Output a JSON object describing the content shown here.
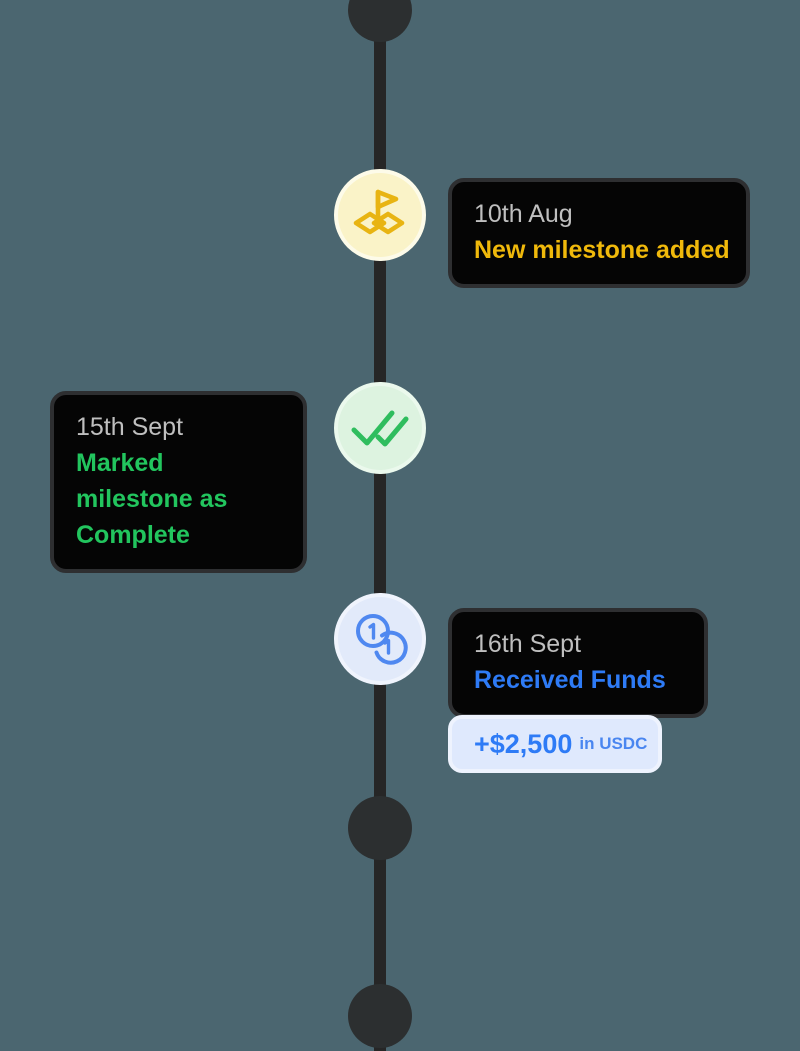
{
  "theme": {
    "background": "#4b6670",
    "spine_color": "#262626",
    "node_color": "#2c2f30",
    "card_background": "#050505",
    "card_border": "#2e2f31",
    "date_text_color": "#bfbfbf",
    "accent_yellow": "#f0b90b",
    "accent_green": "#22c55e",
    "accent_blue": "#2e7bf6",
    "badge_background": "#dfe9fd"
  },
  "timeline": {
    "events": [
      {
        "id": "milestone-added",
        "date": "10th Aug",
        "headline": "New milestone added",
        "icon": "map-flag-icon",
        "icon_color": "#e8b412",
        "bubble_color": "#faf3c8",
        "side": "right"
      },
      {
        "id": "milestone-complete",
        "date": "15th Sept",
        "headline": "Marked milestone as Complete",
        "icon": "double-check-icon",
        "icon_color": "#2fbd5e",
        "bubble_color": "#ddf3e0",
        "side": "left"
      },
      {
        "id": "received-funds",
        "date": "16th Sept",
        "headline": "Received Funds",
        "icon": "coins-icon",
        "icon_color": "#4f88f0",
        "bubble_color": "#e2eafa",
        "side": "right",
        "amount": "+$2,500",
        "currency": "in USDC"
      }
    ],
    "plain_nodes": [
      {
        "id": "node-top",
        "position": "top"
      },
      {
        "id": "node-middle",
        "position": "middle"
      },
      {
        "id": "node-bottom",
        "position": "bottom"
      }
    ]
  }
}
